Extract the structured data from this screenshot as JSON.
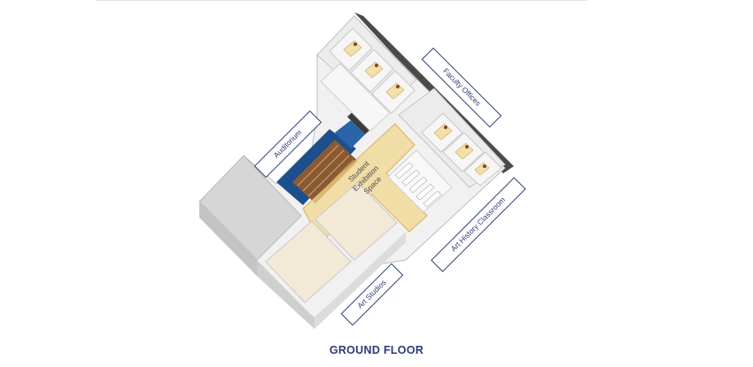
{
  "floor_title": "GROUND FLOOR",
  "labels": {
    "auditorium": "Auditorium",
    "faculty_offices": "Faculty Offices",
    "art_history_classroom": "Art History Classroom",
    "art_studios": "Art Studios",
    "student_exhibition_line1": "Student",
    "student_exhibition_line2": "Exhibition",
    "student_exhibition_line3": "Space"
  },
  "colors": {
    "accent_navy": "#2b3c78",
    "auditorium_blue": "#1d4f8c",
    "exhibition_yellow": "#f0d58c",
    "wall_gray": "#d8d8d8",
    "floor_white": "#f4f4f4",
    "office_wood": "#f3dfa8"
  },
  "icons": {
    "floor_plan": "isometric-floor-plan"
  }
}
